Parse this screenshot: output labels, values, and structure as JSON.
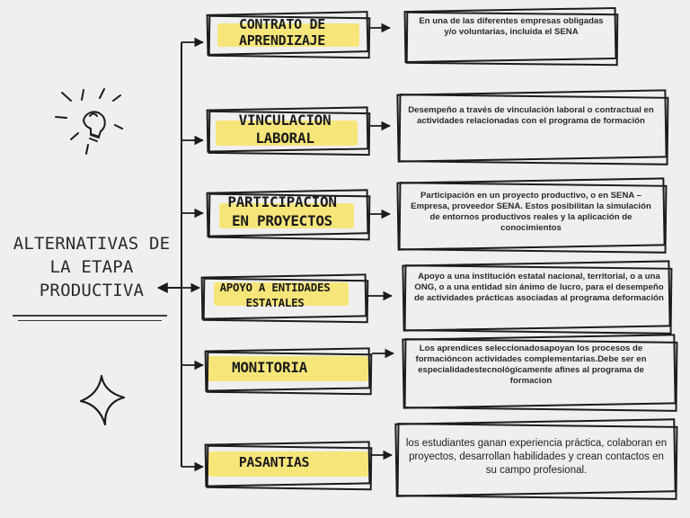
{
  "title_lines": [
    "ALTERNATIVAS DE",
    "LA ETAPA",
    "PRODUCTIVA"
  ],
  "categories": [
    {
      "label": "CONTRATO DE APRENDIZAJE",
      "description": "En una de las diferentes empresas obligadas y/o voluntarias, incluida el SENA"
    },
    {
      "label": "VINCULACION LABORAL",
      "description": "Desempeño a través de vinculación laboral o contractual en actividades relacionadas con el programa de formación"
    },
    {
      "label": "PARTICIPACION EN PROYECTOS",
      "description": "Participación en un proyecto productivo, o en SENA – Empresa, proveedor SENA. Estos posibilitan la simulación de entornos productivos reales y la aplicación de conocimientos"
    },
    {
      "label": "APOYO A ENTIDADES ESTATALES",
      "description": "Apoyo a una institución estatal nacional, territorial, o a una ONG, o a una entidad sin ánimo de lucro, para el desempeño de actividades prácticas asociadas al programa deformación"
    },
    {
      "label": "MONITORIA",
      "description": "Los aprendices seleccionadosapoyan los procesos de formacióncon actividades complementarias.Debe ser en especialidadestecnológicamente afines al programa de formacion"
    },
    {
      "label": "PASANTIAS",
      "description": "los estudiantes ganan experiencia práctica, colaboran en proyectos, desarrollan habilidades y crean contactos en su campo profesional."
    }
  ],
  "colors": {
    "highlight": "#f6e67a",
    "ink": "#1c1c1c",
    "background": "#efefef"
  },
  "decorations": [
    "lightbulb-icon",
    "sparkle-icon"
  ]
}
